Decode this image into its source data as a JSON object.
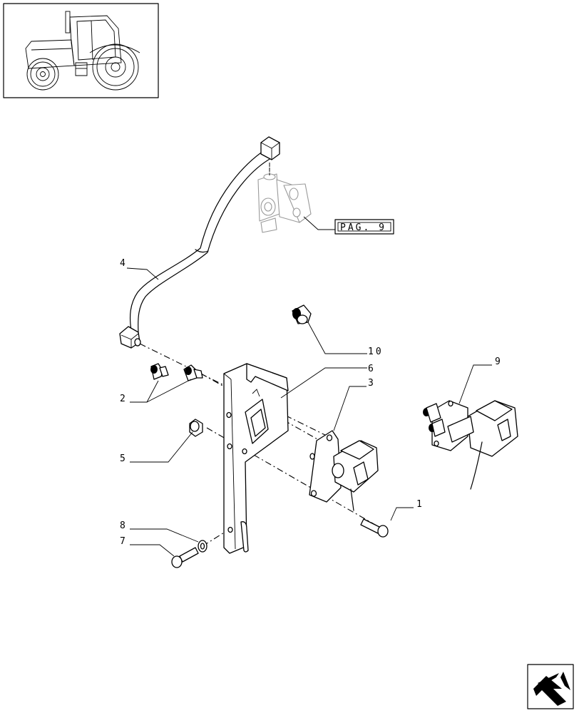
{
  "callouts": [
    {
      "id": "c1",
      "text": "1"
    },
    {
      "id": "c2",
      "text": "2"
    },
    {
      "id": "c3",
      "text": "3"
    },
    {
      "id": "c4",
      "text": "4"
    },
    {
      "id": "c5",
      "text": "5"
    },
    {
      "id": "c6",
      "text": "6"
    },
    {
      "id": "c7",
      "text": "7"
    },
    {
      "id": "c8",
      "text": "8"
    },
    {
      "id": "c9",
      "text": "9"
    },
    {
      "id": "c10",
      "text": "10"
    }
  ],
  "page_reference": "PAG. 9",
  "icons": {
    "thumbnail": "tractor-thumbnail-icon",
    "navigation": "next-page-arrow-icon"
  }
}
